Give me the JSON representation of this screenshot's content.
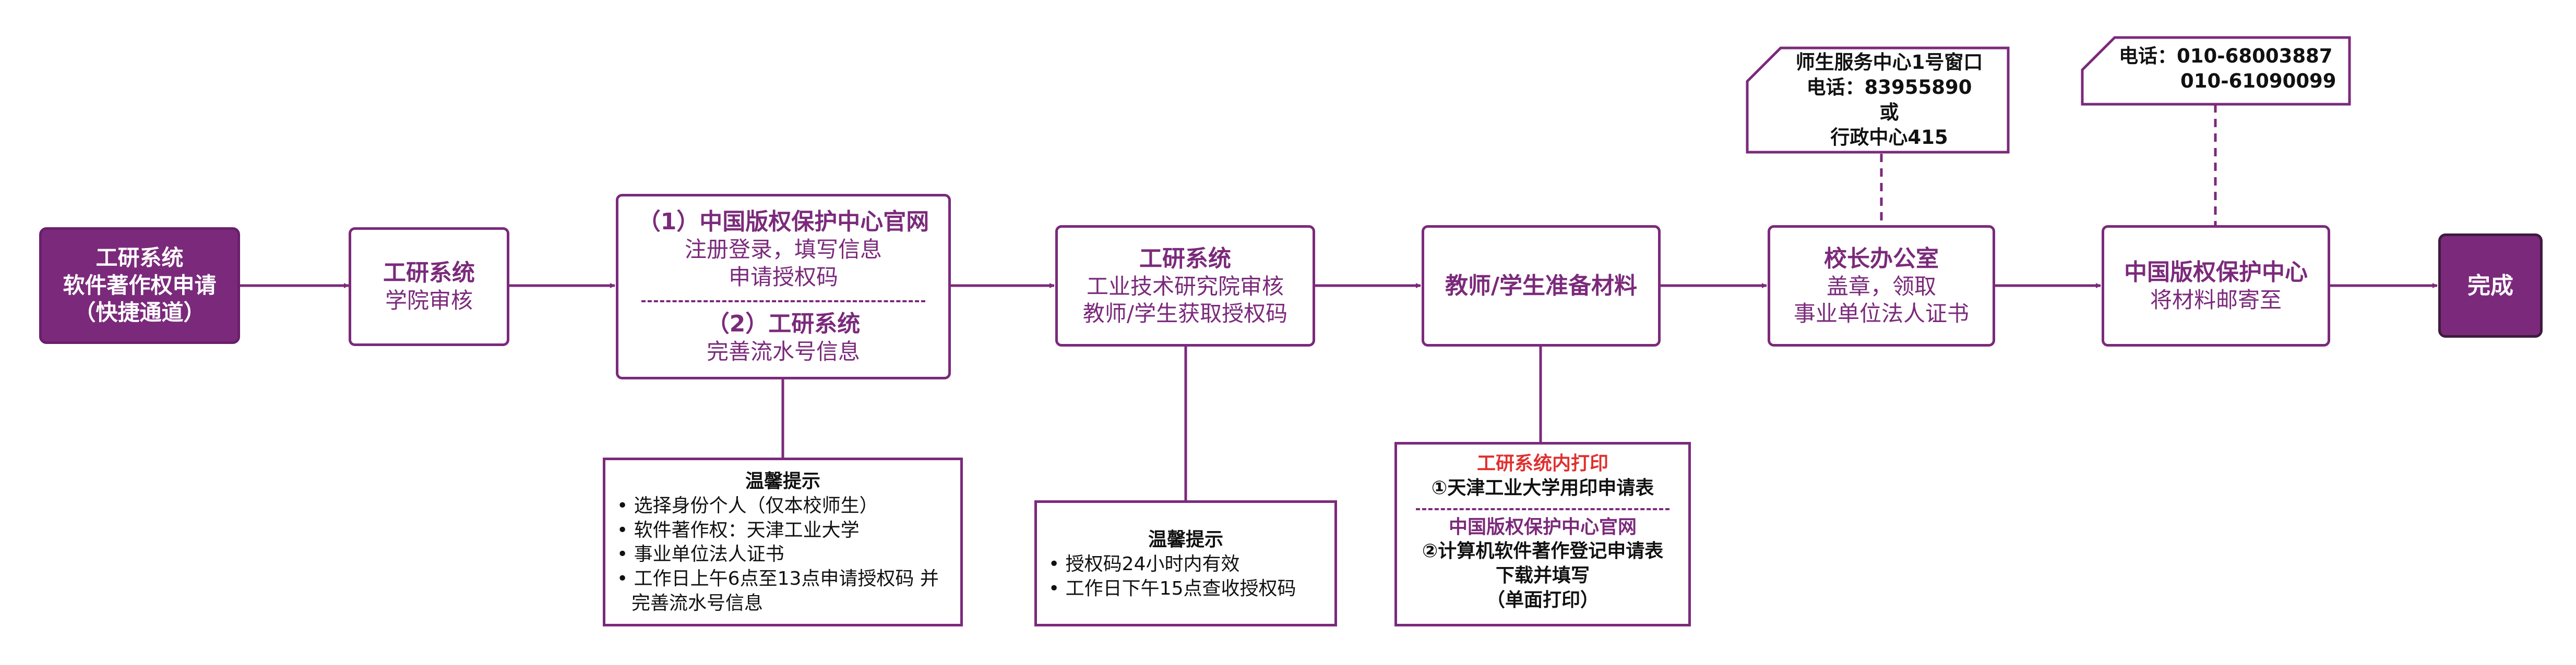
{
  "colors": {
    "accent": "#7b2a7b",
    "highlight_red": "#e0302f",
    "text": "#111111"
  },
  "steps": {
    "start": {
      "line1": "工研系统",
      "line2": "软件著作权申请",
      "line3": "（快捷通道）"
    },
    "college": {
      "title": "工研系统",
      "subtitle": "学院审核"
    },
    "register": {
      "part1_title": "（1）中国版权保护中心官网",
      "part1_line1": "注册登录，填写信息",
      "part1_line2": "申请授权码",
      "part2_title": "（2）工研系统",
      "part2_line1": "完善流水号信息"
    },
    "institute": {
      "title": "工研系统",
      "line1": "工业技术研究院审核",
      "line2": "教师/学生获取授权码"
    },
    "prepare": {
      "title": "教师/学生准备材料"
    },
    "office": {
      "title": "校长办公室",
      "line1": "盖章，领取",
      "line2": "事业单位法人证书"
    },
    "center": {
      "title": "中国版权保护中心",
      "line1": "将材料邮寄至"
    },
    "done": {
      "title": "完成"
    }
  },
  "notes": {
    "note1": {
      "title": "温馨提示",
      "items": [
        "• 选择身份个人（仅本校师生）",
        "• 软件著作权：天津工业大学",
        "• 事业单位法人证书",
        "• 工作日上午6点至13点申请授权码 并完善流水号信息"
      ]
    },
    "note2": {
      "title": "温馨提示",
      "items": [
        "• 授权码24小时内有效",
        "• 工作日下午15点查收授权码"
      ]
    },
    "note3": {
      "heading1": "工研系统内打印",
      "item1": "①天津工业大学用印申请表",
      "heading2": "中国版权保护中心官网",
      "item2": "②计算机软件著作登记申请表",
      "item2_line2": "下载并填写",
      "item2_line3": "（单面打印）"
    }
  },
  "callouts": {
    "office": {
      "line1": "师生服务中心1号窗口",
      "line2": "电话：83955890",
      "line3": "或",
      "line4": "行政中心415"
    },
    "center": {
      "line1": "电话：010-68003887",
      "line2": "010-61090099"
    }
  }
}
